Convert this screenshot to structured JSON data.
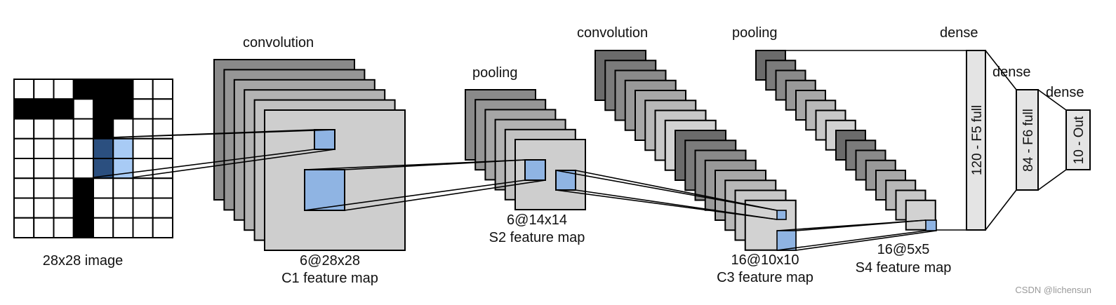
{
  "input": {
    "caption": "28x28 image",
    "grid_size": 8,
    "black_cells": [
      [
        0,
        3
      ],
      [
        0,
        4
      ],
      [
        0,
        5
      ],
      [
        1,
        0
      ],
      [
        1,
        1
      ],
      [
        1,
        2
      ],
      [
        1,
        4
      ],
      [
        1,
        5
      ],
      [
        2,
        4
      ],
      [
        5,
        3
      ],
      [
        6,
        3
      ],
      [
        7,
        3
      ]
    ],
    "dark_blue_cells": [
      [
        3,
        4
      ],
      [
        4,
        4
      ]
    ],
    "light_blue_cells": [
      [
        3,
        5
      ],
      [
        4,
        5
      ]
    ]
  },
  "layers": [
    {
      "id": "c1",
      "op_label": "convolution",
      "size_label": "6@28x28",
      "name_label": "C1 feature map",
      "maps": 6
    },
    {
      "id": "s2",
      "op_label": "pooling",
      "size_label": "6@14x14",
      "name_label": "S2 feature map",
      "maps": 6
    },
    {
      "id": "c3",
      "op_label": "convolution",
      "size_label": "16@10x10",
      "name_label": "C3 feature map",
      "maps": 16
    },
    {
      "id": "s4",
      "op_label": "pooling",
      "size_label": "16@5x5",
      "name_label": "S4 feature map",
      "maps": 16
    }
  ],
  "dense": [
    {
      "id": "f5",
      "op_label": "dense",
      "box_label": "120 - F5 full"
    },
    {
      "id": "f6",
      "op_label": "dense",
      "box_label": "84 - F6 full"
    },
    {
      "id": "out",
      "op_label": "dense",
      "box_label": "10 - Out"
    }
  ],
  "colors": {
    "highlight_blue": "#8fb4e3",
    "dark_blue": "#2b4f7f",
    "light_blue": "#a8cbf5",
    "dense_fill": "#e4e4e4",
    "c1_shades": [
      "#8a8a8a",
      "#969696",
      "#a6a6a6",
      "#b3b3b3",
      "#c2c2c2",
      "#cecece"
    ],
    "c3_shades": [
      "#6b6b6b",
      "#7b7b7b",
      "#8a8a8a",
      "#999999",
      "#a8a8a8",
      "#b8b8b8",
      "#c8c8c8",
      "#d2d2d2"
    ]
  },
  "watermark": "CSDN @lichensun"
}
